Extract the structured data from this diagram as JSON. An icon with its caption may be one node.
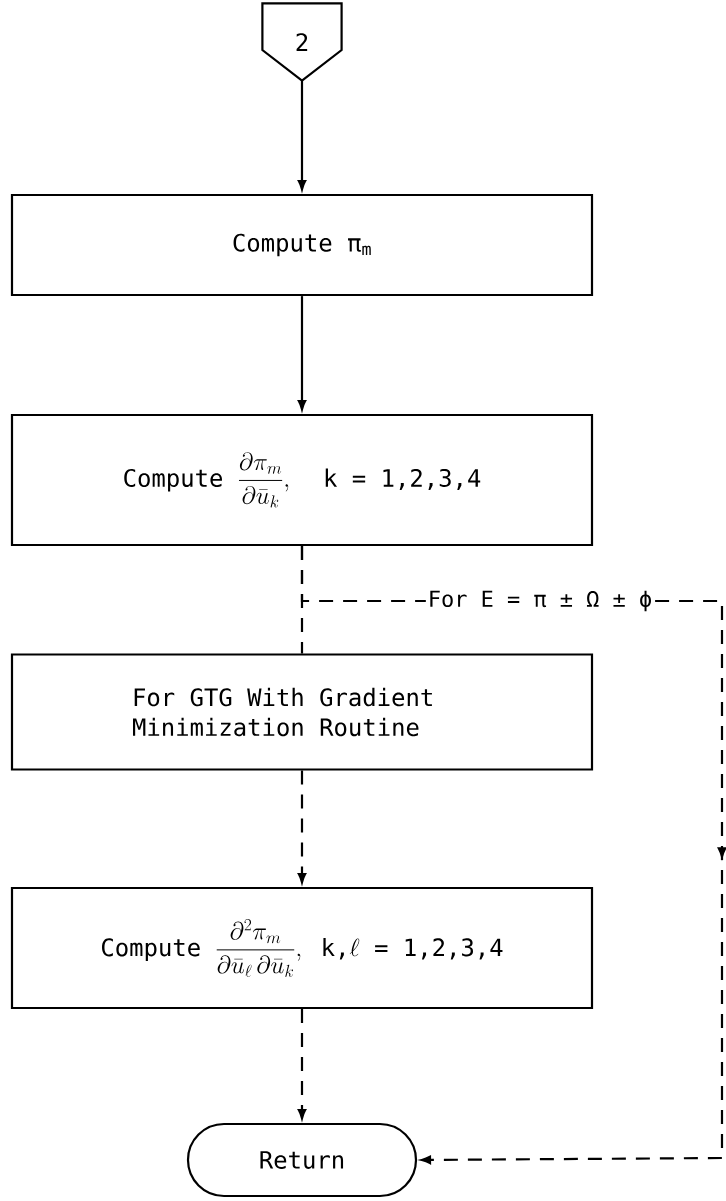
{
  "diagram": {
    "nodes": [
      {
        "text": [
          "2"
        ]
      },
      {
        "text": [
          "Compute π$_{m}$"
        ]
      },
      {
        "text": [
          "\\text{Compute }\\frac{\\partial\\pi_m}{\\partial\\bar{u}_k},\\ \\ \\text{k = 1,2,3,4}"
        ]
      },
      {
        "text": [
          "For GTG With Gradient Minimization Routine"
        ]
      },
      {
        "text": [
          "\\text{Compute }\\frac{\\partial^2\\pi_m}{\\partial\\bar{u}_\\ell\\,\\partial\\bar{u}_k},\\ \\text{k,}\\ell\\text{ = 1,2,3,4}"
        ]
      },
      {
        "text": [
          "Return"
        ]
      }
    ],
    "edges": [
      {
        "from": 0,
        "to": 1,
        "arrow": "to"
      },
      {
        "from": 1,
        "to": 2,
        "arrow": "to"
      },
      {
        "from": 2,
        "to": 3,
        "arrow": "none",
        "style": "dashed"
      },
      {
        "from": 3,
        "to": 4,
        "arrow": "to",
        "style": "dashed"
      },
      {
        "from": 4,
        "to": 5,
        "arrow": "to",
        "style": "dashed"
      },
      {
        "from": 2,
        "to": 5,
        "arrow": "to",
        "style": "dashed",
        "label": "For E = π ± Ω ± ϕ"
      }
    ]
  }
}
